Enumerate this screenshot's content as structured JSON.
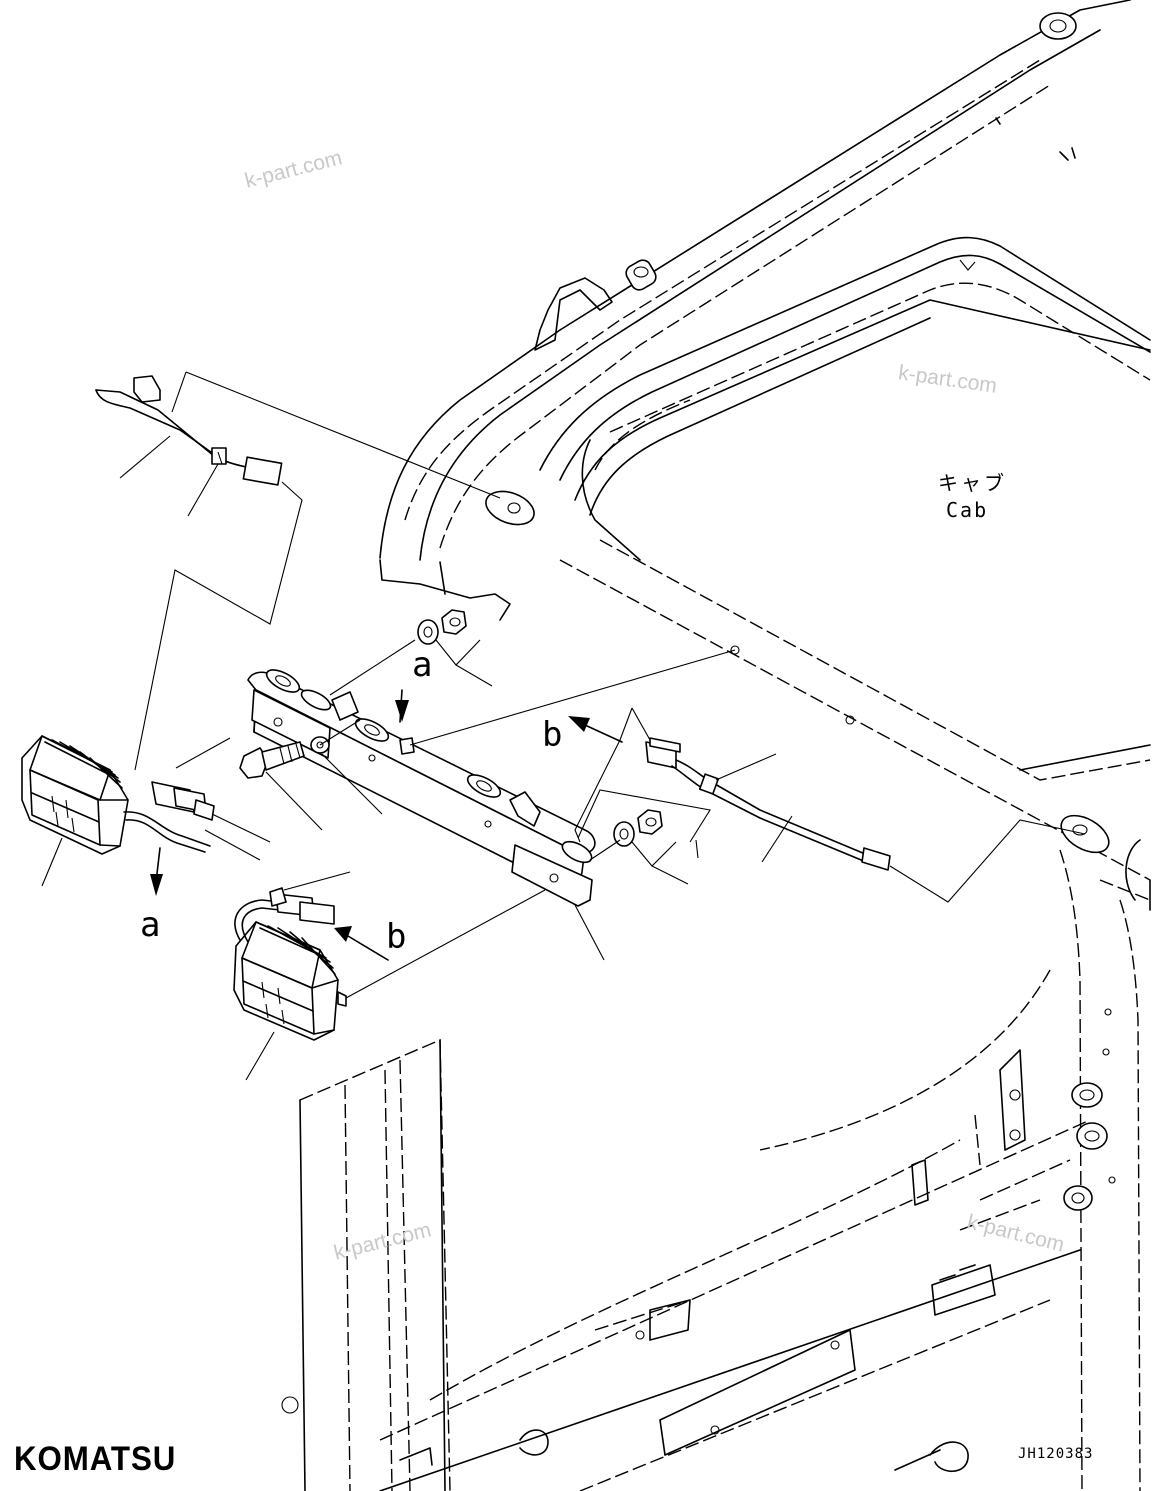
{
  "labels": {
    "callout_a": "a",
    "callout_b": "b",
    "cab_jp": "キャブ",
    "cab_en": "Cab"
  },
  "watermark": "k-part.com",
  "brand": "KOMATSU",
  "drawing_code": "JH120383",
  "parts": {
    "harness_top": "wiring-harness",
    "lamp_bracket": "lamp-bracket",
    "work_lamp_left": "work-lamp",
    "work_lamp_front": "work-lamp",
    "harness_right": "wiring-harness",
    "bolt": "bolt",
    "washer": "washer",
    "nut": "nut"
  }
}
